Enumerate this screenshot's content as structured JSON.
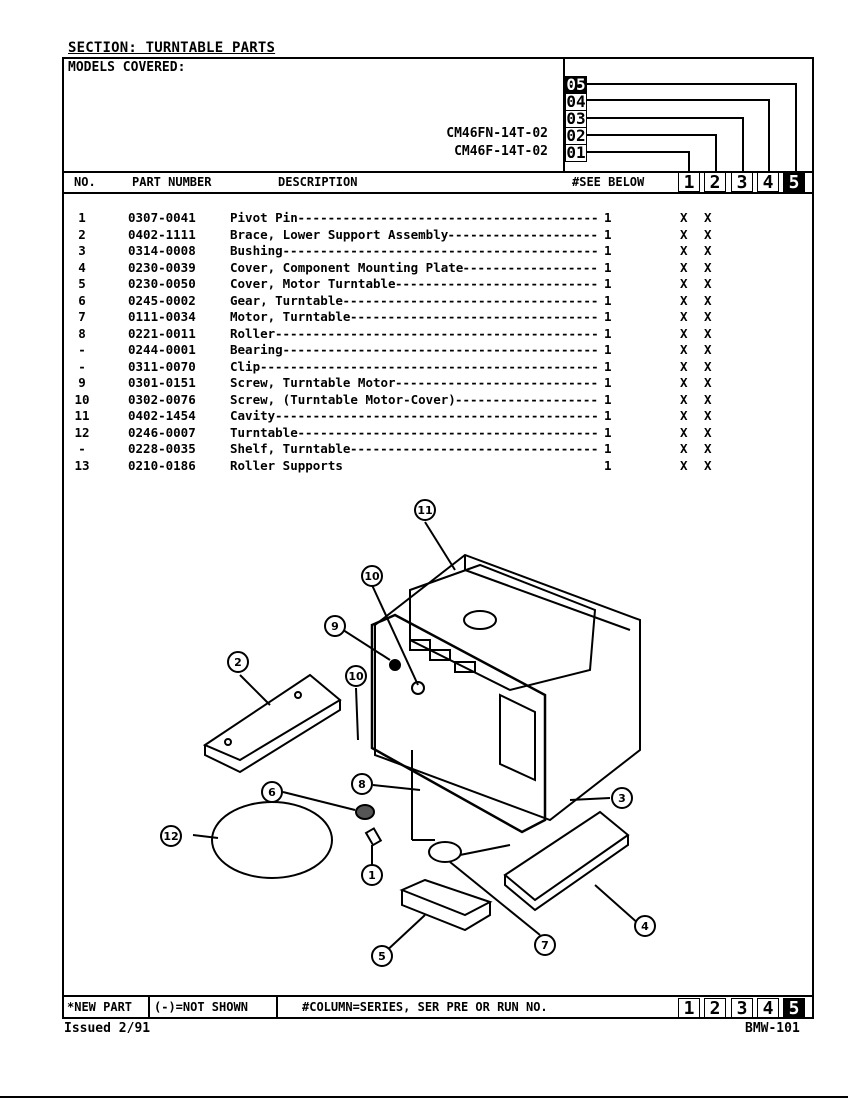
{
  "section_title": "SECTION: TURNTABLE PARTS",
  "models_covered_label": "MODELS COVERED:",
  "models": [
    "CM46FN-14T-02",
    "CM46F-14T-02"
  ],
  "series_codes": [
    "05",
    "04",
    "03",
    "02",
    "01"
  ],
  "headers": {
    "no": "NO.",
    "part_number": "PART NUMBER",
    "description": "DESCRIPTION",
    "see_below": "#SEE BELOW"
  },
  "columns": [
    "1",
    "2",
    "3",
    "4",
    "5"
  ],
  "parts": [
    {
      "no": "1",
      "part_number": "0307-0041",
      "description": "Pivot Pin",
      "qty": "1",
      "c1": "X",
      "c2": "X"
    },
    {
      "no": "2",
      "part_number": "0402-1111",
      "description": "Brace, Lower Support Assembly",
      "qty": "1",
      "c1": "X",
      "c2": "X"
    },
    {
      "no": "3",
      "part_number": "0314-0008",
      "description": "Bushing",
      "qty": "1",
      "c1": "X",
      "c2": "X"
    },
    {
      "no": "4",
      "part_number": "0230-0039",
      "description": "Cover, Component Mounting Plate",
      "qty": "1",
      "c1": "X",
      "c2": "X"
    },
    {
      "no": "5",
      "part_number": "0230-0050",
      "description": "Cover, Motor Turntable",
      "qty": "1",
      "c1": "X",
      "c2": "X"
    },
    {
      "no": "6",
      "part_number": "0245-0002",
      "description": "Gear, Turntable",
      "qty": "1",
      "c1": "X",
      "c2": "X"
    },
    {
      "no": "7",
      "part_number": "0111-0034",
      "description": "Motor, Turntable",
      "qty": "1",
      "c1": "X",
      "c2": "X"
    },
    {
      "no": "8",
      "part_number": "0221-0011",
      "description": "Roller",
      "qty": "1",
      "c1": "X",
      "c2": "X"
    },
    {
      "no": "-",
      "part_number": "0244-0001",
      "description": "Bearing",
      "qty": "1",
      "c1": "X",
      "c2": "X"
    },
    {
      "no": "-",
      "part_number": "0311-0070",
      "description": "Clip",
      "qty": "1",
      "c1": "X",
      "c2": "X"
    },
    {
      "no": "9",
      "part_number": "0301-0151",
      "description": "Screw, Turntable Motor",
      "qty": "1",
      "c1": "X",
      "c2": "X"
    },
    {
      "no": "10",
      "part_number": "0302-0076",
      "description": "Screw, (Turntable Motor-Cover)",
      "qty": "1",
      "c1": "X",
      "c2": "X"
    },
    {
      "no": "11",
      "part_number": "0402-1454",
      "description": "Cavity",
      "qty": "1",
      "c1": "X",
      "c2": "X"
    },
    {
      "no": "12",
      "part_number": "0246-0007",
      "description": "Turntable",
      "qty": "1",
      "c1": "X",
      "c2": "X"
    },
    {
      "no": "-",
      "part_number": "0228-0035",
      "description": "Shelf, Turntable",
      "qty": "1",
      "c1": "X",
      "c2": "X"
    },
    {
      "no": "13",
      "part_number": "0210-0186",
      "description": "Roller Supports",
      "qty": "1",
      "c1": "X",
      "c2": "X"
    }
  ],
  "callouts": [
    "11",
    "10",
    "9",
    "2",
    "10",
    "8",
    "6",
    "3",
    "12",
    "1",
    "4",
    "7",
    "5"
  ],
  "footer": {
    "new_part": "*NEW PART",
    "not_shown": "(-)=NOT SHOWN",
    "column_note": "#COLUMN=SERIES, SER PRE OR RUN NO."
  },
  "issued": "Issued  2/91",
  "doc_id": "BMW-101"
}
